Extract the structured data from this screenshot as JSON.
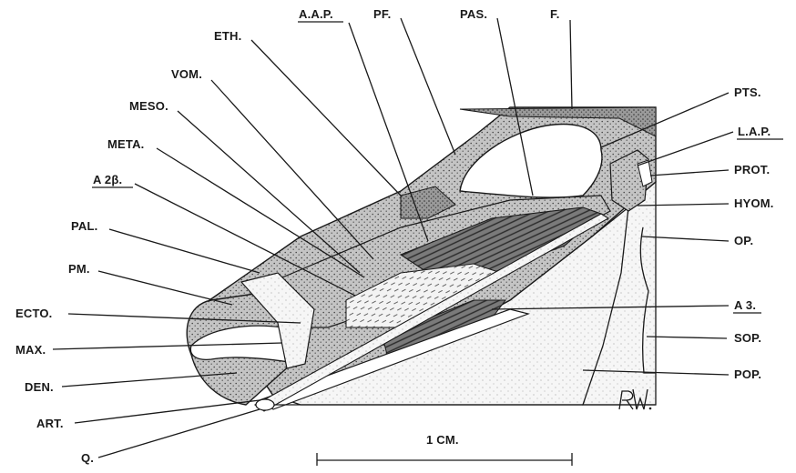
{
  "labels": {
    "eth": "ETH.",
    "aap": "A.A.P.",
    "pf": "PF.",
    "pas": "PAS.",
    "f": "F.",
    "vom": "VOM.",
    "meso": "MESO.",
    "meta": "META.",
    "a2b": "A 2β.",
    "pal": "PAL.",
    "pm": "PM.",
    "ecto": "ECTO.",
    "max": "MAX.",
    "den": "DEN.",
    "art": "ART.",
    "q": "Q.",
    "pts": "PTS.",
    "lap": "L.A.P.",
    "prot": "PROT.",
    "hyom": "HYOM.",
    "op": "OP.",
    "a3": "A 3.",
    "sop": "SOP.",
    "pop": "POP."
  },
  "scale_bar": {
    "label": "1 CM."
  },
  "signature": "R.W."
}
